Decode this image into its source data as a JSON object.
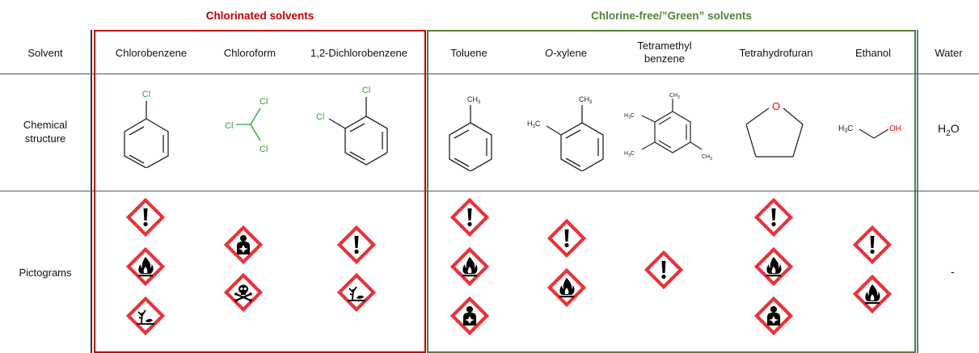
{
  "groups": {
    "chlorinated": {
      "title": "Chlorinated solvents",
      "color": "#c00000"
    },
    "green": {
      "title": "Chlorine-free/”Green” solvents",
      "color": "#538135"
    },
    "water_border_color": "#4a7ebb"
  },
  "rows": {
    "solvent": "Solvent",
    "structure_line1": "Chemical",
    "structure_line2": "structure",
    "pictograms": "Pictograms"
  },
  "solvents": [
    {
      "name": "Chlorobenzene",
      "pictograms": [
        "exclamation-mark",
        "flame",
        "environment"
      ]
    },
    {
      "name": "Chloroform",
      "pictograms": [
        "health-hazard",
        "skull-crossbones"
      ]
    },
    {
      "name": "1,2-Dichlorobenzene",
      "pictograms": [
        "exclamation-mark",
        "environment"
      ]
    },
    {
      "name": "Toluene",
      "pictograms": [
        "exclamation-mark",
        "flame",
        "health-hazard"
      ]
    },
    {
      "name_prefix": "O",
      "name_suffix": "-xylene",
      "pictograms": [
        "exclamation-mark",
        "flame"
      ]
    },
    {
      "name_line1": "Tetramethyl",
      "name_line2": "benzene",
      "pictograms": [
        "exclamation-mark"
      ]
    },
    {
      "name": "Tetrahydrofuran",
      "pictograms": [
        "exclamation-mark",
        "flame",
        "health-hazard"
      ]
    },
    {
      "name": "Ethanol",
      "pictograms": [
        "exclamation-mark",
        "flame"
      ]
    },
    {
      "name": "Water",
      "pictograms": []
    }
  ],
  "structure_labels": {
    "cl": "Cl",
    "ch3": "CH",
    "ch3_sub": "3",
    "h3c_h": "H",
    "h3c_sub": "3",
    "h3c_c": "C",
    "oxygen": "O",
    "oh": "OH",
    "water_h": "H",
    "water_sub": "2",
    "water_o": "O"
  },
  "water_pictogram": "-",
  "colors": {
    "chlorine": "#2ca02c",
    "oxygen": "#ff0000",
    "pictogram_border": "#e8333a"
  }
}
